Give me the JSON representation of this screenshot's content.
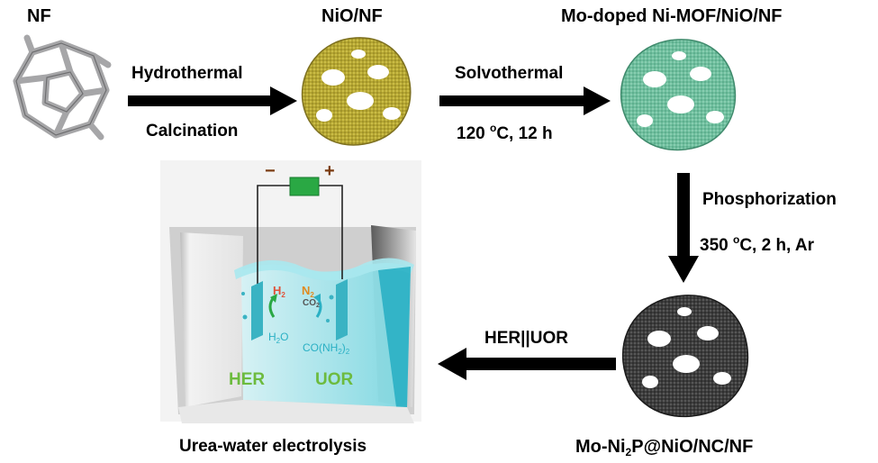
{
  "materials": {
    "nf": "NF",
    "nio_nf": "NiO/NF",
    "mof": "Mo-doped Ni-MOF/NiO/NF",
    "final_prefix": "Mo-Ni",
    "final_sub": "2",
    "final_suffix": "P@NiO/NC/NF"
  },
  "steps": {
    "step1_top": "Hydrothermal",
    "step1_bottom": "Calcination",
    "step2_top": "Solvothermal",
    "step2_bottom_num": "120 ",
    "step2_bottom_sup": "o",
    "step2_bottom_rest": "C, 12 h",
    "step3_top": "Phosphorization",
    "step3_bottom_num": "350 ",
    "step3_bottom_sup": "o",
    "step3_bottom_rest": "C, 2 h, Ar",
    "step4": "HER||UOR"
  },
  "cell": {
    "caption": "Urea-water electrolysis",
    "minus": "−",
    "plus": "+",
    "h2_main": "H",
    "h2_sub": "2",
    "n2_main": "N",
    "n2_sub": "2",
    "co2_main": "CO",
    "co2_sub": "2",
    "h2o_pre": "H",
    "h2o_sub": "2",
    "h2o_post": "O",
    "urea_pre": "CO(NH",
    "urea_sub": "2",
    "urea_post": ")",
    "urea_sub2": "2",
    "her": "HER",
    "uor": "UOR"
  },
  "colors": {
    "nf_frame": "#a6a6a8",
    "nio": "#b5a632",
    "mof": "#6fbf9e",
    "final": "#3d3d3d",
    "electrolyte": "#5fcfdc",
    "electrode": "#3ab3c3",
    "battery": "#2aa844",
    "her_text": "#6dbb3f",
    "h2_text": "#e0523a",
    "n2_text": "#e08a1e",
    "label_minus_plus": "#7a3b10"
  }
}
